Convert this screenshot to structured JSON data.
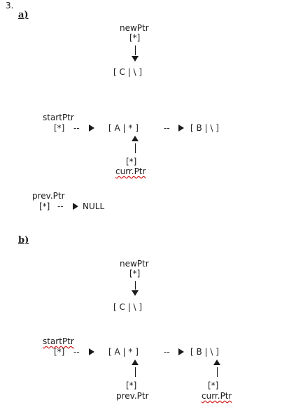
{
  "question_number": "3.",
  "part_a": {
    "label": "a)",
    "new_ptr": {
      "name": "newPtr",
      "value": "[*]",
      "node": "[ C | \\ ]"
    },
    "start_ptr": {
      "name": "startPtr",
      "value": "[*]",
      "dash": "--"
    },
    "node_a": "[ A | * ]",
    "link_dash": "--",
    "node_b": "[ B | \\ ]",
    "curr_ptr": {
      "name": "curr.Ptr",
      "value": "[*]"
    },
    "prev_ptr": {
      "name": "prev.Ptr",
      "value": "[*]",
      "dash": "--",
      "target": "NULL"
    }
  },
  "part_b": {
    "label": "b)",
    "new_ptr": {
      "name": "newPtr",
      "value": "[*]",
      "node": "[ C | \\ ]"
    },
    "start_ptr": {
      "name": "startPtr",
      "value": "[*]",
      "dash": "--"
    },
    "node_a": "[ A | * ]",
    "link_dash": "--",
    "node_b": "[ B | \\ ]",
    "prev_ptr": {
      "name": "prev.Ptr",
      "value": "[*]"
    },
    "curr_ptr": {
      "name": "curr.Ptr",
      "value": "[*]"
    }
  }
}
